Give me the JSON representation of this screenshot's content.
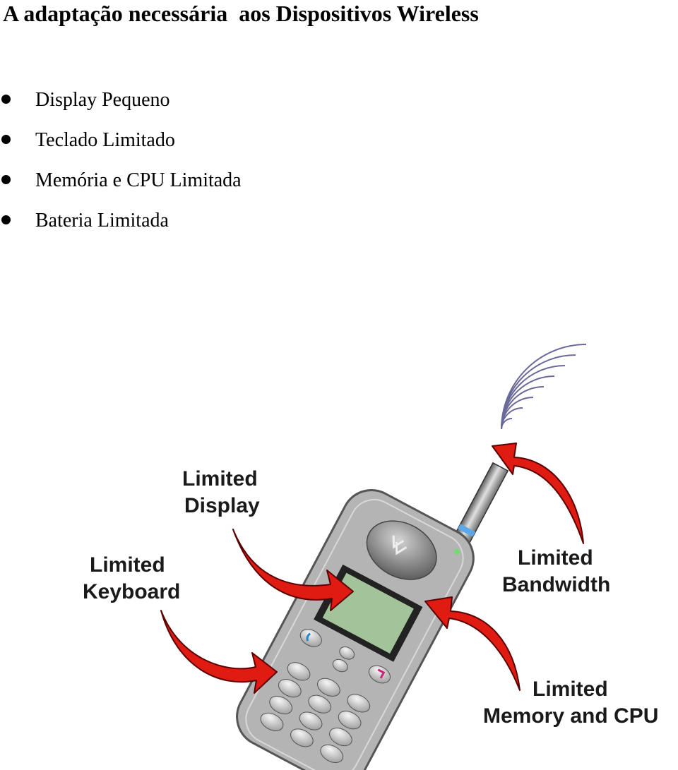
{
  "page": {
    "title": "A adaptação necessária  aos Dispositivos Wireless"
  },
  "bullets": [
    "Display Pequeno",
    "Teclado Limitado",
    "Memória e CPU Limitada",
    "Bateria Limitada"
  ],
  "figure": {
    "labels": {
      "display": [
        "Limited",
        "Display"
      ],
      "keyboard": [
        "Limited",
        "Keyboard"
      ],
      "bandwidth": [
        "Limited",
        "Bandwidth"
      ],
      "memory_cpu": [
        "Limited",
        "Memory and CPU"
      ]
    },
    "colors": {
      "arrow": "#e01b12",
      "phone_body": "#b4b4b4",
      "screen": "#a3c49a",
      "waves": "#6a6a9a"
    }
  }
}
